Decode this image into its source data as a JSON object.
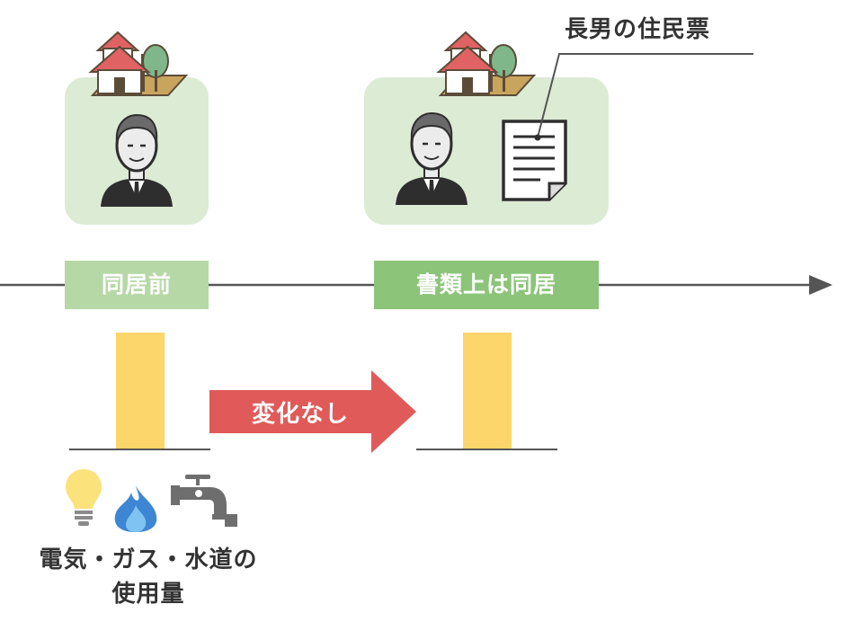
{
  "timeline": {
    "before_label": "同居前",
    "after_label": "書類上は同居"
  },
  "document": {
    "label": "長男の住民票"
  },
  "change_arrow": {
    "label": "変化なし"
  },
  "usage": {
    "line1": "電気・ガス・水道の",
    "line2": "使用量"
  },
  "colors": {
    "panel": "#dcebd4",
    "label_before": "#b6d8a6",
    "label_after": "#8cc47a",
    "bar": "#fcd66a",
    "arrow": "#e05a5a",
    "timeline": "#555555"
  },
  "icons": [
    "house-icon",
    "man-icon",
    "document-icon",
    "lightbulb-icon",
    "flame-icon",
    "faucet-icon"
  ]
}
